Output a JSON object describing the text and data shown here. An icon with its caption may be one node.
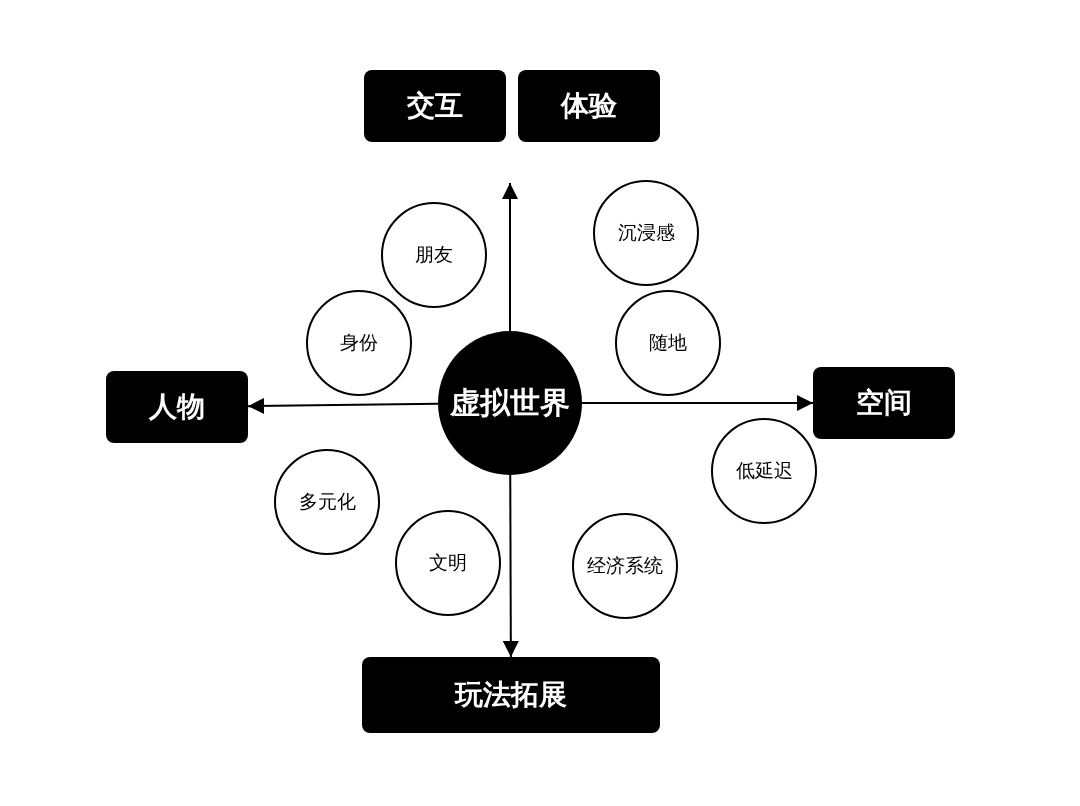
{
  "diagram": {
    "nodes": [
      {
        "text": [
          "交互"
        ]
      },
      {
        "text": [
          "体验"
        ]
      },
      {
        "text": [
          "朋友"
        ]
      },
      {
        "text": [
          "沉浸感"
        ]
      },
      {
        "text": [
          "身份"
        ]
      },
      {
        "text": [
          "虚拟世界"
        ]
      },
      {
        "text": [
          "随地"
        ]
      },
      {
        "text": [
          "人物"
        ]
      },
      {
        "text": [
          "空间"
        ]
      },
      {
        "text": [
          "多元化"
        ]
      },
      {
        "text": [
          "低延迟"
        ]
      },
      {
        "text": [
          "文明"
        ]
      },
      {
        "text": [
          "经济系统"
        ]
      },
      {
        "text": [
          "玩法拓展"
        ]
      }
    ],
    "edges": [
      {
        "from": 5,
        "to": null,
        "arrow": "to"
      },
      {
        "from": 5,
        "to": 7,
        "arrow": "to"
      },
      {
        "from": 5,
        "to": 8,
        "arrow": "to"
      },
      {
        "from": 5,
        "to": 13,
        "arrow": "to"
      }
    ]
  }
}
